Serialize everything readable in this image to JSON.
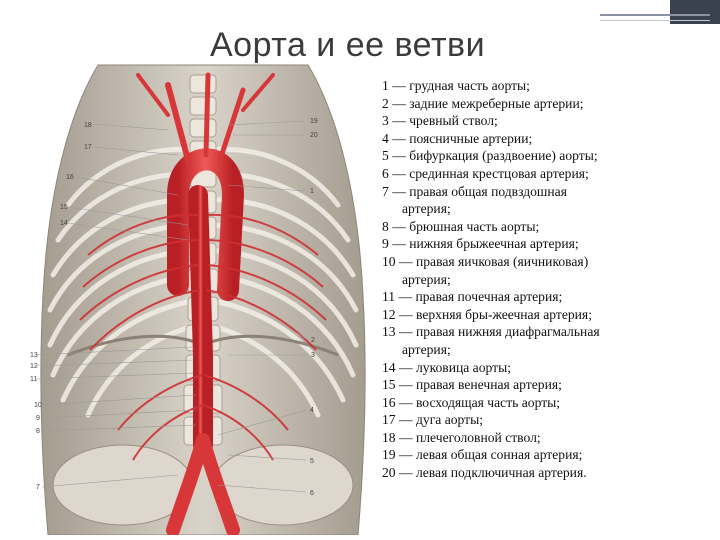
{
  "slide": {
    "title": "Аорта и ее ветви"
  },
  "figure": {
    "callouts_left": [
      "18",
      "17",
      "16",
      "15",
      "14",
      "13",
      "12",
      "11",
      "10",
      "9",
      "8",
      "7"
    ],
    "callouts_right": [
      "19",
      "20",
      "1",
      "2",
      "3",
      "4",
      "5",
      "6"
    ]
  },
  "legend": {
    "items": [
      {
        "text": "1 — грудная часть аорты;",
        "cont": ""
      },
      {
        "text": "2 — задние межреберные артерии;",
        "cont": ""
      },
      {
        "text": "3 — чревный ствол;",
        "cont": ""
      },
      {
        "text": "4 — поясничные артерии;",
        "cont": ""
      },
      {
        "text": "5 — бифуркация (раздвоение) аорты;",
        "cont": ""
      },
      {
        "text": "6 — срединная крестцовая артерия;",
        "cont": ""
      },
      {
        "text": "7 — правая общая подвздошная",
        "cont": "артерия;"
      },
      {
        "text": "8 — брюшная часть аорты;",
        "cont": ""
      },
      {
        "text": "9 — нижняя брыжеечная артерия;",
        "cont": ""
      },
      {
        "text": "10 — правая яичковая (яичниковая)",
        "cont": "артерия;"
      },
      {
        "text": "11 — правая почечная артерия;",
        "cont": ""
      },
      {
        "text": "12 — верхняя бры-жеечная артерия;",
        "cont": ""
      },
      {
        "text": "13 — правая нижняя диафрагмальная",
        "cont": "артерия;"
      },
      {
        "text": "14 — луковица аорты;",
        "cont": ""
      },
      {
        "text": "15 — правая венечная артерия;",
        "cont": ""
      },
      {
        "text": "16 — восходящая часть аорты;",
        "cont": ""
      },
      {
        "text": "17 — дуга аорты;",
        "cont": ""
      },
      {
        "text": "18 — плечеголовной ствол;",
        "cont": ""
      },
      {
        "text": "19 — левая общая сонная артерия;",
        "cont": ""
      },
      {
        "text": "20 — левая подключичная артерия.",
        "cont": ""
      }
    ]
  },
  "colors": {
    "artery": "#d8373a",
    "bone": "#e8e2d8",
    "bone_shadow": "#b9b0a2",
    "muscle": "#b7aea3"
  }
}
